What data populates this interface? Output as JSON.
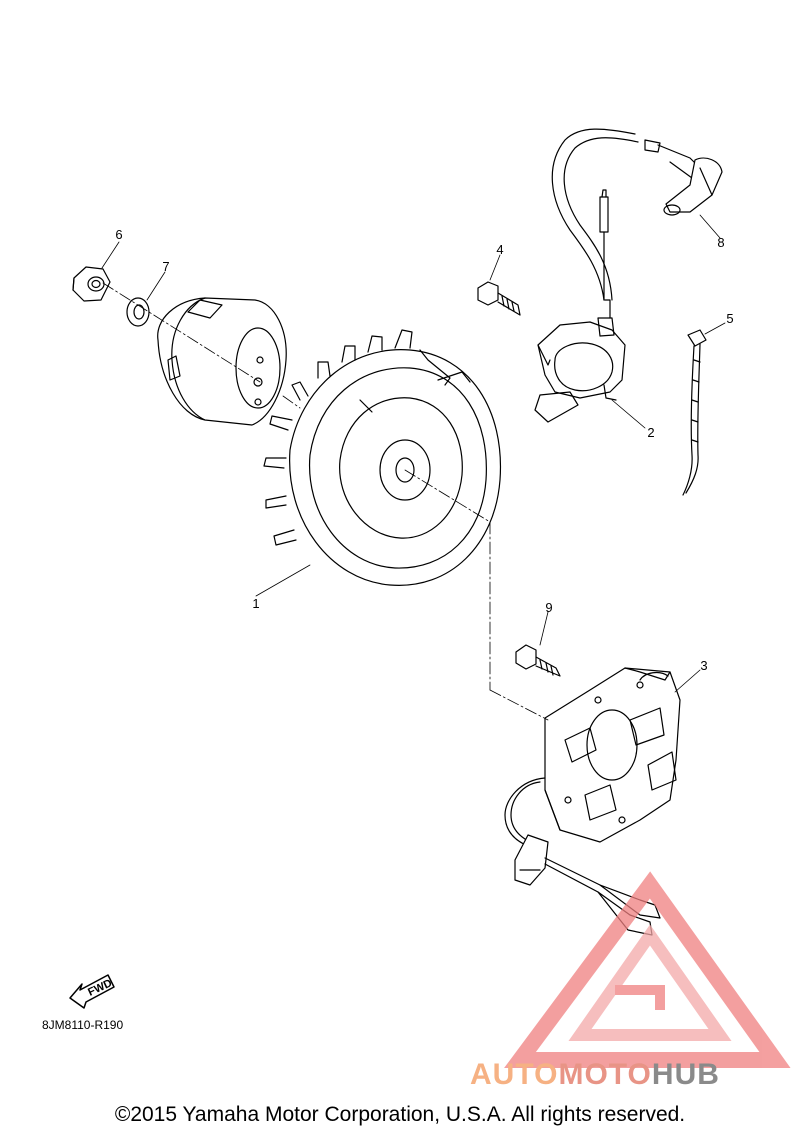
{
  "callouts": [
    {
      "id": "1",
      "label": "1"
    },
    {
      "id": "2",
      "label": "2"
    },
    {
      "id": "3",
      "label": "3"
    },
    {
      "id": "4",
      "label": "4"
    },
    {
      "id": "5",
      "label": "5"
    },
    {
      "id": "6",
      "label": "6"
    },
    {
      "id": "7",
      "label": "7"
    },
    {
      "id": "8",
      "label": "8"
    },
    {
      "id": "9",
      "label": "9"
    }
  ],
  "fwd_label": "FWD",
  "drawing_code": "8JM8110-R190",
  "watermark": {
    "part1": "AUTO",
    "part2": "MOTO",
    "part3": "HUB"
  },
  "copyright": "©2015 Yamaha Motor Corporation, U.S.A. All rights reserved.",
  "colors": {
    "line": "#000000",
    "watermark_orange": "#f6b183",
    "watermark_red": "#e89486",
    "watermark_gray": "#8a8a8a"
  }
}
